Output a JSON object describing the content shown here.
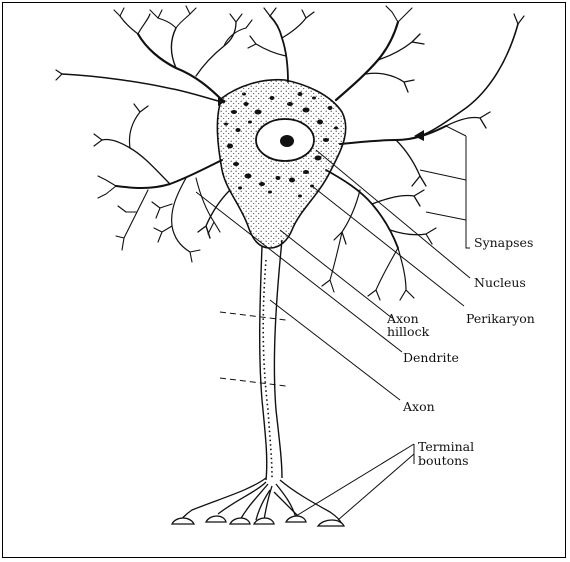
{
  "labels": {
    "synapses": "Synapses",
    "nucleus": "Nucleus",
    "perikaryon": "Perikaryon",
    "axon_hillock_line1": "Axon",
    "axon_hillock_line2": "hillock",
    "dendrite": "Dendrite",
    "axon": "Axon",
    "terminal_line1": "Terminal",
    "terminal_line2": "boutons"
  },
  "colors": {
    "ink": "#111111",
    "background": "#ffffff"
  }
}
